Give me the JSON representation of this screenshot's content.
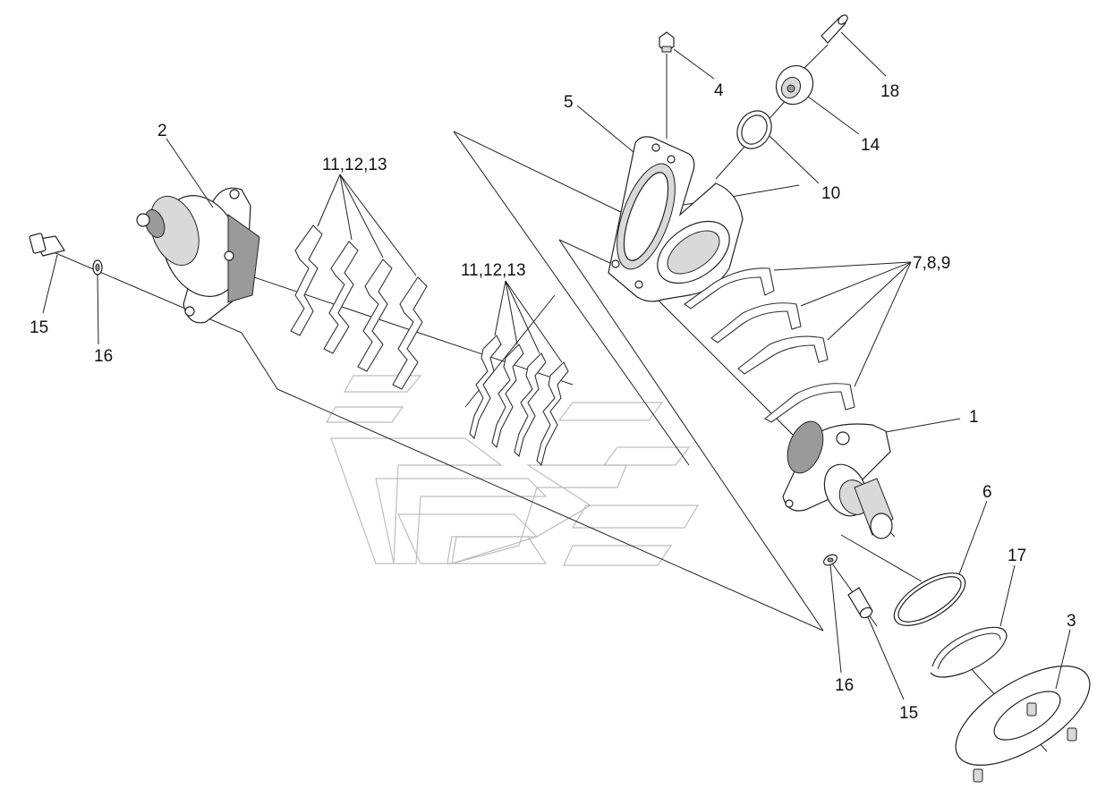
{
  "diagram": {
    "callouts": {
      "c1": "1",
      "c2": "2",
      "c3": "3",
      "c4": "4",
      "c5": "5",
      "c6": "6",
      "c7": "7,8,9",
      "c10": "10",
      "c11a": "11,12,13",
      "c11b": "11,12,13",
      "c14": "14",
      "c15a": "15",
      "c15b": "15",
      "c16a": "16",
      "c16b": "16",
      "c17": "17",
      "c18": "18"
    }
  }
}
